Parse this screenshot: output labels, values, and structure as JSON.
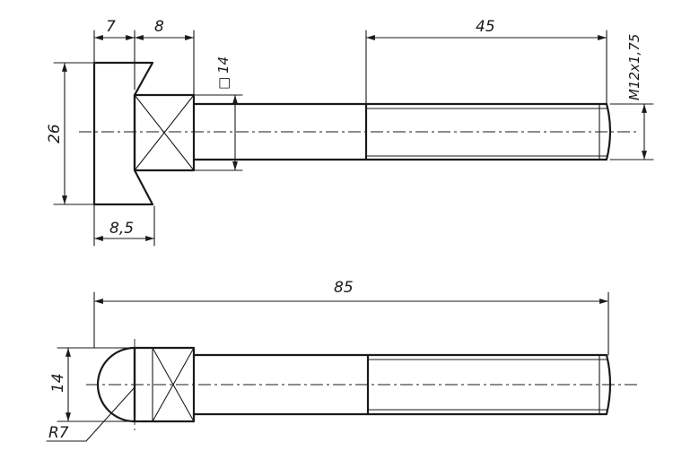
{
  "dimensions": {
    "head_width_7": "7",
    "collar_width_8": "8",
    "shaft_length_45": "45",
    "thread_spec": "M12x1,75",
    "head_height_26": "26",
    "square_14": "14",
    "square_symbol": "□",
    "base_8_5": "8,5",
    "total_length": "85",
    "head_diameter_14": "14",
    "radius": "R7"
  }
}
